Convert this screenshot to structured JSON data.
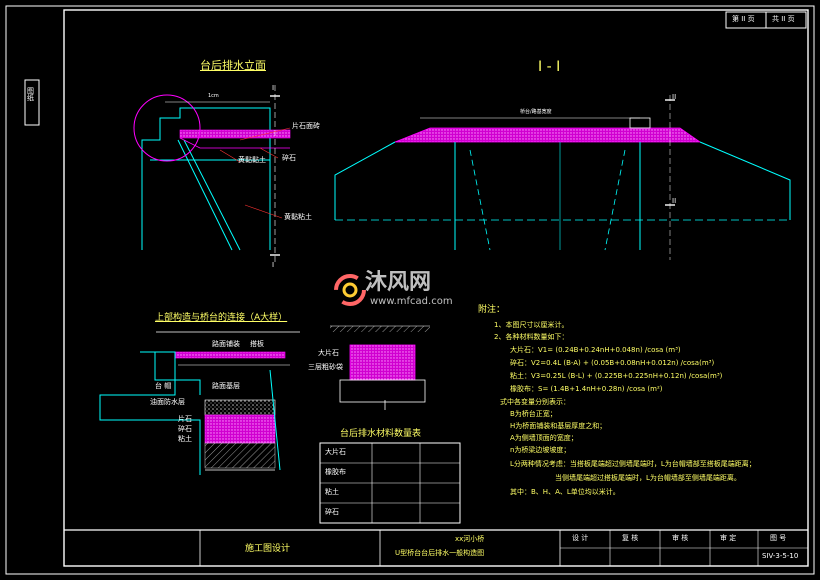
{
  "sheet": {
    "page_label": "第 II 页",
    "total_label": "共 II 页",
    "side_stamp": "图 纸"
  },
  "views": {
    "elevation_title": "台后排水立面",
    "section_title": "I - I",
    "detail_title": "上部构造与桥台的连接（A大样）",
    "table_title": "台后排水材料数量表",
    "section_mark_top": "I",
    "section_mark_bottom": "I",
    "mark_II": "II",
    "dim_left": "1cm",
    "dim_section": "桥台/路基宽度"
  },
  "labels": {
    "elev_crushed_stone": "片石面砖",
    "elev_clay": "黄黏黏土",
    "elev_gravel": "碎石",
    "elev_clay2": "黄黏粘土",
    "det_pavement": "路面铺装",
    "det_joint": "搭板",
    "det_abutment": "台 帽",
    "det_cap": "路面基层",
    "det_drain": "油面防水层",
    "det_stone": "片石",
    "det_gravel": "碎石",
    "det_soil": "粘土",
    "mid_rubble": "大片石",
    "mid_bag": "三层粗砂袋"
  },
  "notes": {
    "heading": "附注：",
    "lines": [
      "1、本图尺寸以厘米计。",
      "2、各种材料数量如下：",
      "大片石：V1= (0.24B+0.24nH+0.048n) /cosa (m³)",
      "碎石：V2=0.4L (B-A) + (0.05B+0.08nH+0.012n) /cosa(m³)",
      "粘土：V3=0.25L (B-L) + (0.225B+0.225nH+0.12n) /cosa(m³)",
      "橡胶布：S= (1.4B+1.4nH+0.28n) /cosa (m²)",
      "式中各变量分别表示：",
      "B为桥台正宽；",
      "H为桥面铺装和基层厚度之和；",
      "A为侧墙顶面的宽度；",
      "n为桥梁边坡坡度；",
      "L分两种情况考虑：当搭板尾端超过侧墙尾端时，L为台帽墙部至搭板尾端距离；",
      "当侧墙尾端超过搭板尾端时，L为台帽墙部至侧墙尾端距离。",
      "其中：B、H、A、L单位均以米计。"
    ]
  },
  "quantity_table": {
    "rows": [
      "大片石",
      "橡胶布",
      "粘土",
      "碎石"
    ]
  },
  "title_block": {
    "design_stage": "施工图设计",
    "project": "xx河小桥",
    "drawing_title": "U型桥台台后排水一般构造图",
    "design": "设 计",
    "review": "复 核",
    "check": "审 核",
    "approve": "审 定",
    "drawing_no_label": "图 号",
    "drawing_no": "SIV-3-5-10"
  },
  "watermark": {
    "brand": "沐风网",
    "url": "www.mfcad.com"
  },
  "colors": {
    "background": "#000000",
    "frame": "#ffffff",
    "structure": "#00ffff",
    "fill": "#ff00ff",
    "text": "#ffff66",
    "leader": "#ff3333"
  }
}
